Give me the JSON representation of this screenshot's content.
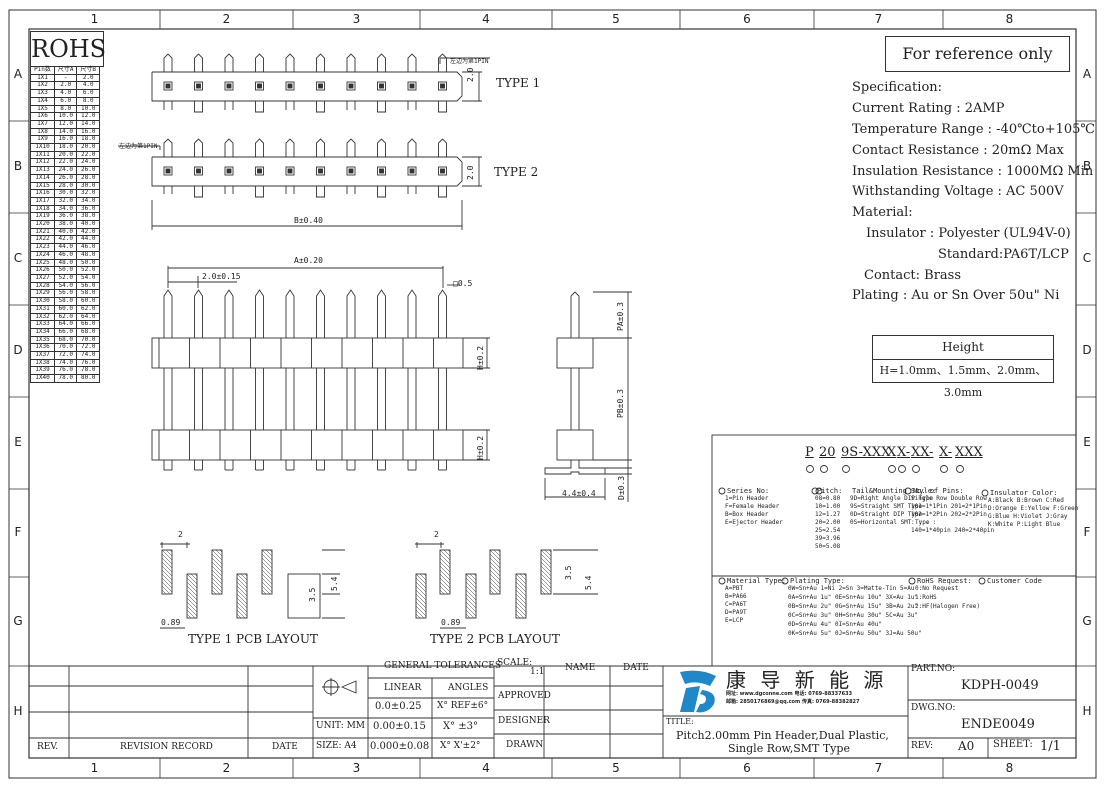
{
  "grid": {
    "cols": [
      "1",
      "2",
      "3",
      "4",
      "5",
      "6",
      "7",
      "8"
    ],
    "rows": [
      "A",
      "B",
      "C",
      "D",
      "E",
      "F",
      "G",
      "H"
    ]
  },
  "rohs": "ROHS",
  "row_table": {
    "headers": [
      "Pin数",
      "尺寸A",
      "尺寸B"
    ],
    "rows": [
      [
        "1X1",
        "-",
        "2.0"
      ],
      [
        "1X2",
        "2.0",
        "4.0"
      ],
      [
        "1X3",
        "4.0",
        "6.0"
      ],
      [
        "1X4",
        "6.0",
        "8.0"
      ],
      [
        "1X5",
        "8.0",
        "10.0"
      ],
      [
        "1X6",
        "10.0",
        "12.0"
      ],
      [
        "1X7",
        "12.0",
        "14.0"
      ],
      [
        "1X8",
        "14.0",
        "16.0"
      ],
      [
        "1X9",
        "16.0",
        "18.0"
      ],
      [
        "1X10",
        "18.0",
        "20.0"
      ],
      [
        "1X11",
        "20.0",
        "22.0"
      ],
      [
        "1X12",
        "22.0",
        "24.0"
      ],
      [
        "1X13",
        "24.0",
        "26.0"
      ],
      [
        "1X14",
        "26.0",
        "28.0"
      ],
      [
        "1X15",
        "28.0",
        "30.0"
      ],
      [
        "1X16",
        "30.0",
        "32.0"
      ],
      [
        "1X17",
        "32.0",
        "34.0"
      ],
      [
        "1X18",
        "34.0",
        "36.0"
      ],
      [
        "1X19",
        "36.0",
        "38.0"
      ],
      [
        "1X20",
        "38.0",
        "40.0"
      ],
      [
        "1X21",
        "40.0",
        "42.0"
      ],
      [
        "1X22",
        "42.0",
        "44.0"
      ],
      [
        "1X23",
        "44.0",
        "46.0"
      ],
      [
        "1X24",
        "46.0",
        "48.0"
      ],
      [
        "1X25",
        "48.0",
        "50.0"
      ],
      [
        "1X26",
        "50.0",
        "52.0"
      ],
      [
        "1X27",
        "52.0",
        "54.0"
      ],
      [
        "1X28",
        "54.0",
        "56.0"
      ],
      [
        "1X29",
        "56.0",
        "58.0"
      ],
      [
        "1X30",
        "58.0",
        "60.0"
      ],
      [
        "1X31",
        "60.0",
        "62.0"
      ],
      [
        "1X32",
        "62.0",
        "64.0"
      ],
      [
        "1X33",
        "64.0",
        "66.0"
      ],
      [
        "1X34",
        "66.0",
        "68.0"
      ],
      [
        "1X35",
        "68.0",
        "70.0"
      ],
      [
        "1X36",
        "70.0",
        "72.0"
      ],
      [
        "1X37",
        "72.0",
        "74.0"
      ],
      [
        "1X38",
        "74.0",
        "76.0"
      ],
      [
        "1X39",
        "76.0",
        "78.0"
      ],
      [
        "1X40",
        "78.0",
        "80.0"
      ]
    ]
  },
  "drawing": {
    "type1": "TYPE 1",
    "type2": "TYPE 2",
    "first_pin_note_1": "左边为第1PIN",
    "first_pin_note_2": "左边为第1PIN",
    "dim_2_0_a": "2.0",
    "dim_2_0_b": "2.0",
    "dim_B": "B±0.40",
    "dim_A": "A±0.20",
    "dim_pitch": "2.0±0.15",
    "dim_sq": "□0.5",
    "dim_PA": "PA±0.3",
    "dim_PB": "PB±0.3",
    "dim_H1": "H±0.2",
    "dim_H2": "H±0.2",
    "dim_D": "D±0.3",
    "dim_44": "4.4±0.4",
    "pcb1_label": "TYPE 1 PCB LAYOUT",
    "pcb2_label": "TYPE 2 PCB LAYOUT",
    "pcb_2a": "2",
    "pcb_2b": "2",
    "pcb_089a": "0.89",
    "pcb_089b": "0.89",
    "pcb_35a": "3.5",
    "pcb_35b": "3.5",
    "pcb_54a": "5.4",
    "pcb_54b": "5.4"
  },
  "reference": "For reference only",
  "spec": {
    "title": "Specification:",
    "current": "Current Rating : 2AMP",
    "temp": "Temperature Range : -40℃to+105℃",
    "contact_res": "Contact Resistance : 20mΩ Max",
    "insulation": "Insulation Resistance : 1000MΩ Min",
    "voltage": "Withstanding Voltage : AC 500V",
    "material": "Material:",
    "insulator": "Insulator : Polyester (UL94V-0)",
    "standard": "Standard:PA6T/LCP",
    "contact": "Contact: Brass",
    "plating": "Plating : Au or Sn Over 50u\" Ni"
  },
  "height": {
    "title": "Height",
    "values": "H=1.0mm、1.5mm、2.0mm、3.0mm"
  },
  "part_code": {
    "segments": [
      "P",
      "20",
      "9S-XXX",
      "X",
      "X-",
      "XX-",
      "X-",
      "XXX"
    ],
    "series_title": "Series No:",
    "series": [
      "1=Pin Header",
      "F=Female Header",
      "B=Box Header",
      "E=Ejector Header"
    ],
    "pitch_title": "Pitch:",
    "pitch": [
      "08=0.80",
      "10=1.00",
      "12=1.27",
      "20=2.00",
      "25=2.54",
      "39=3.96",
      "50=5.08"
    ],
    "tail_title": "Tail&Mounting Style:",
    "tail": [
      "9D=Right Angle DIP Type",
      "9S=Straight SMT Type",
      "0D=Straight DIP Type",
      "0S=Horizontal SMT Type"
    ],
    "pins_title": "No. of Pins:",
    "pins": [
      "Single Row  Double Row",
      "101=1*1Pin   201=2*1Pin",
      "102=1*2Pin   202=2*2Pin",
      "  :  :          :  :",
      "140=1*40pin  240=2*40pin"
    ],
    "color_title": "Insulator Color:",
    "color": [
      "A:Black  B:Brown  C:Red",
      "D:Orange E:Yellow F:Green",
      "G:Blue   H:Violet J:Gray",
      "K:White  P:Light Blue"
    ],
    "mat_title": "Material Type:",
    "mat": [
      "A=PBT",
      "B=PA66",
      "C=PA6T",
      "D=PA9T",
      "E=LCP"
    ],
    "plating_title": "Plating Type:",
    "plating": [
      "0W=Sn+Au 1=Ni 2=Sn 3=Matte-Tin 5=Au",
      "0A=Sn+Au 1u\" 0E=Sn+Au 10u\" 3X=Au 1u\"",
      "0B=Sn+Au 2u\" 0G=Sn+Au 15u\" 3B=Au 2u\"",
      "0C=Sn+Au 3u\" 0H=Sn+Au 30u\" 5C=Au 3u\"",
      "0D=Sn+Au 4u\" 0I=Sn+Au 40u\"",
      "0K=Sn+Au 5u\" 0J=Sn+Au 50u\" 3J=Au 50u\""
    ],
    "rohs_title": "RoHS Request:",
    "rohs": [
      "0:No Request",
      "1:RoHS",
      "2:HF(Halogen Free)"
    ],
    "customer": "Customer Code"
  },
  "title_block": {
    "general_tol": "GENERAL TOLERANCES",
    "linear": "LINEAR",
    "angles": "ANGLES",
    "lin1": "0.0±0.25",
    "ang1": "X° REF±6°",
    "unit": "UNIT: MM",
    "lin2": "0.00±0.15",
    "ang2": "X° ±3°",
    "size": "SIZE: A4",
    "lin3": "0.000±0.08",
    "ang3": "X° X'±2°",
    "scale": "SCALE:",
    "scale_val": "1:1",
    "approved": "APPROVED",
    "designer": "DESIGNER",
    "drawn": "DRAWN",
    "name": "NAME",
    "date": "DATE",
    "rev": "REV.",
    "revision_record": "REVISION RECORD",
    "rev_date": "DATE",
    "company": "康 导 新 能 源",
    "web": "网址: www.dgconne.com  电话: 0769-88337633",
    "mail": "邮箱: 2850176869@qq.com 传真: 0769-88382827",
    "title_label": "TITLE:",
    "title1": "Pitch2.00mm Pin Header,Dual Plastic,",
    "title2": "Single Row,SMT Type",
    "part_no_label": "PART.NO:",
    "part_no": "KDPH-0049",
    "dwg_no_label": "DWG.NO:",
    "dwg_no": "ENDE0049",
    "rev_label": "REV:",
    "rev_val": "A0",
    "sheet_label": "SHEET:",
    "sheet_val": "1/1"
  }
}
